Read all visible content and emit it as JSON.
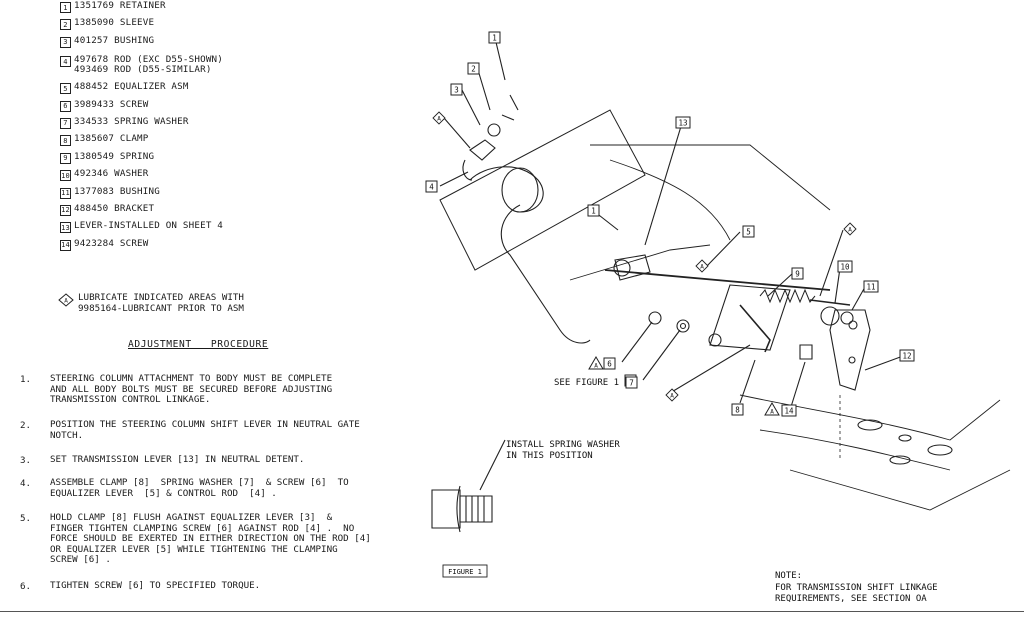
{
  "parts": [
    {
      "num": "1",
      "text": "1351769 RETAINER"
    },
    {
      "num": "2",
      "text": "1385090 SLEEVE"
    },
    {
      "num": "3",
      "text": "401257 BUSHING"
    },
    {
      "num": "4",
      "text": "497678 ROD (EXC D55-SHOWN)\n493469 ROD (D55-SIMILAR)"
    },
    {
      "num": "5",
      "text": "488452 EQUALIZER ASM"
    },
    {
      "num": "6",
      "text": "3989433 SCREW"
    },
    {
      "num": "7",
      "text": "334533 SPRING WASHER"
    },
    {
      "num": "8",
      "text": "1385607 CLAMP"
    },
    {
      "num": "9",
      "text": "1380549 SPRING"
    },
    {
      "num": "10",
      "text": "492346 WASHER"
    },
    {
      "num": "11",
      "text": "1377083 BUSHING"
    },
    {
      "num": "12",
      "text": "488450 BRACKET"
    },
    {
      "num": "13",
      "text": "LEVER-INSTALLED ON SHEET 4"
    },
    {
      "num": "14",
      "text": "9423284 SCREW"
    }
  ],
  "lubricate_note": "LUBRICATE INDICATED AREAS WITH\n9985164-LUBRICANT PRIOR TO ASM",
  "adjustment_heading": "ADJUSTMENT   PROCEDURE",
  "steps": [
    {
      "num": "1.",
      "text": "STEERING COLUMN ATTACHMENT TO BODY MUST BE COMPLETE\nAND ALL BODY BOLTS MUST BE SECURED BEFORE ADJUSTING\nTRANSMISSION CONTROL LINKAGE."
    },
    {
      "num": "2.",
      "text": "POSITION THE STEERING COLUMN SHIFT LEVER IN NEUTRAL GATE\nNOTCH."
    },
    {
      "num": "3.",
      "text": "SET TRANSMISSION LEVER [13] IN NEUTRAL DETENT."
    },
    {
      "num": "4.",
      "text": "ASSEMBLE CLAMP [8]  SPRING WASHER [7]  & SCREW [6]  TO\nEQUALIZER LEVER  [5] & CONTROL ROD  [4] ."
    },
    {
      "num": "5.",
      "text": "HOLD CLAMP [8] FLUSH AGAINST EQUALIZER LEVER [3]  &\nFINGER TIGHTEN CLAMPING SCREW [6] AGAINST ROD [4] .  NO\nFORCE SHOULD BE EXERTED IN EITHER DIRECTION ON THE ROD [4]\nOR EQUALIZER LEVER [5] WHILE TIGHTENING THE CLAMPING\nSCREW [6] ."
    },
    {
      "num": "6.",
      "text": "TIGHTEN SCREW [6] TO SPECIFIED TORQUE."
    }
  ],
  "diagram": {
    "callouts": [
      "1",
      "2",
      "3",
      "4",
      "13",
      "1",
      "5",
      "9",
      "10",
      "11",
      "12",
      "6",
      "7",
      "8",
      "14"
    ],
    "lube_marker": "A",
    "see_figure": "SEE FIGURE 1",
    "see_figure_num": "7",
    "spring_washer_note": "INSTALL SPRING WASHER\nIN THIS POSITION",
    "figure_label": "FIGURE 1",
    "note_title": "NOTE:",
    "note_text": "FOR TRANSMISSION SHIFT LINKAGE\nREQUIREMENTS, SEE SECTION OA"
  }
}
